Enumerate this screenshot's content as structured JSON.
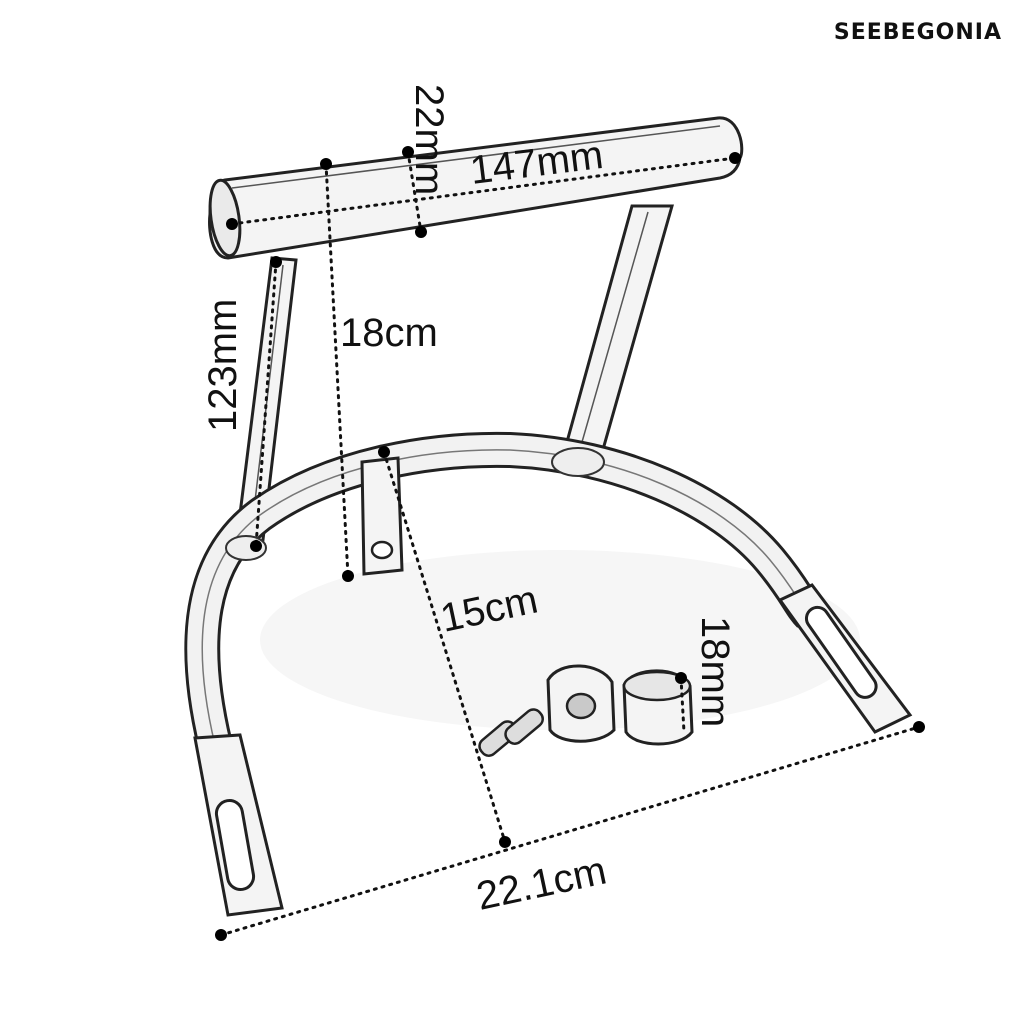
{
  "brand": {
    "name": "SEEBEGONIA"
  },
  "dimensions": {
    "top_bar_length": "147mm",
    "top_bar_diameter": "22mm",
    "total_height": "18cm",
    "side_post_length": "123mm",
    "diagonal_depth": "15cm",
    "spacer_height": "18mm",
    "base_width": "22.1cm"
  }
}
